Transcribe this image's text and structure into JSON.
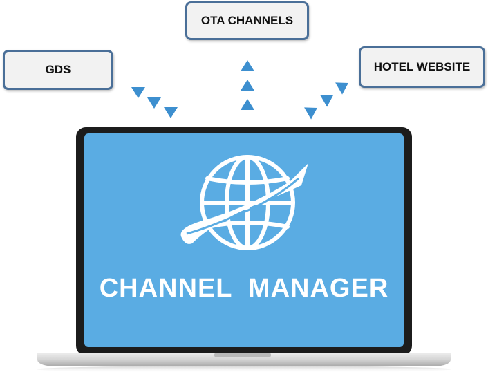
{
  "nodes": {
    "gds": "GDS",
    "ota": "OTA CHANNELS",
    "hotel": "HOTEL WEBSITE",
    "center": "CHANNEL  MANAGER"
  },
  "colors": {
    "screen": "#5aace3",
    "arrow": "#3d8fcf",
    "box_border": "#4a6f98",
    "box_fill": "#f2f2f2",
    "bezel": "#1c1c1c"
  },
  "icons": {
    "center_logo": "globe-with-orbit-icon"
  }
}
